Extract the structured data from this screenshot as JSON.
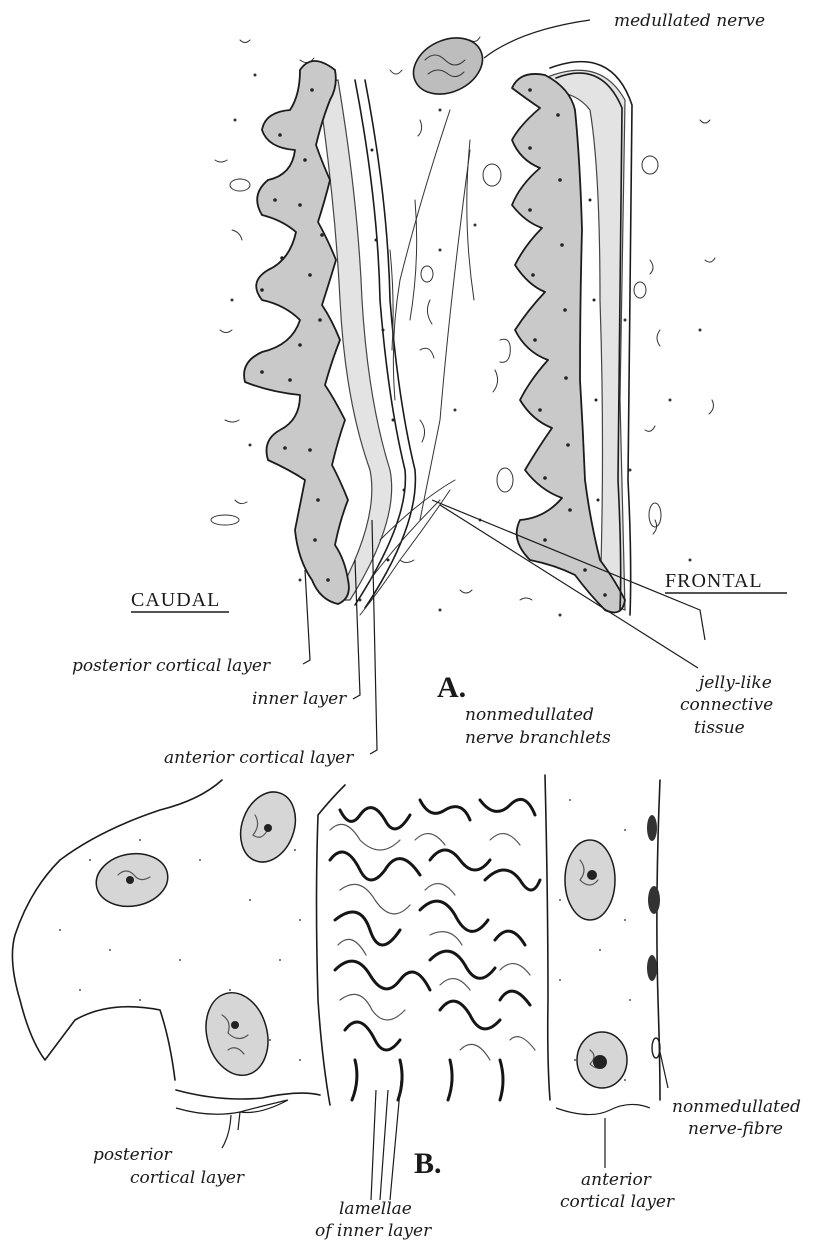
{
  "figure": {
    "panel_a": {
      "letter": "A.",
      "orientation_left": "CAUDAL",
      "orientation_right": "FRONTAL",
      "labels": {
        "medullated_nerve": "medullated nerve",
        "posterior_cortical_layer": "posterior cortical layer",
        "inner_layer": "inner layer",
        "anterior_cortical_layer": "anterior cortical layer",
        "nonmedullated_line1": "nonmedullated",
        "nonmedullated_line2": "nerve branchlets",
        "jelly_line1": "jelly-like",
        "jelly_line2": "connective",
        "jelly_line3": "tissue"
      }
    },
    "panel_b": {
      "letter": "B.",
      "labels": {
        "posterior_line1": "posterior",
        "posterior_line2": "cortical layer",
        "lamellae_line1": "lamellae",
        "lamellae_line2": "of inner layer",
        "anterior_line1": "anterior",
        "anterior_line2": "cortical layer",
        "nerve_fibre_line1": "nonmedullated",
        "nerve_fibre_line2": "nerve-fibre"
      }
    }
  }
}
